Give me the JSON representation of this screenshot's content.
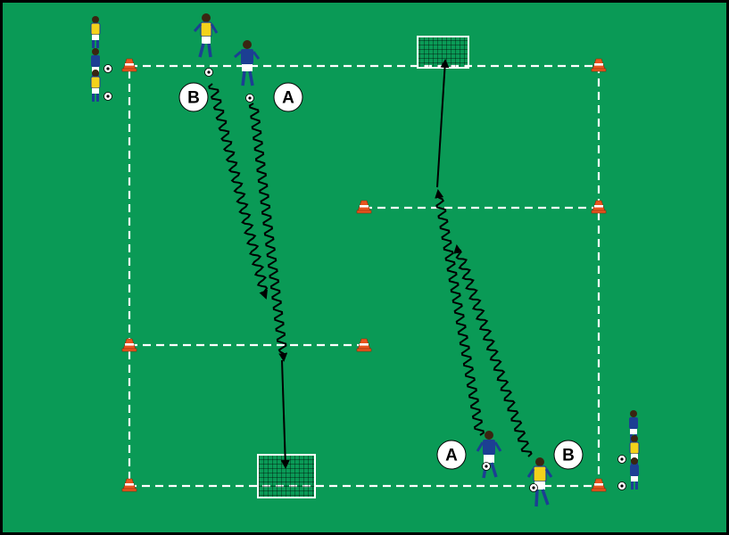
{
  "colors": {
    "pitch": "#0a9a56",
    "border": "#000000",
    "line": "#ffffff",
    "cone": "#e8541e",
    "arrow": "#000000",
    "team_blue": "#1c3f93",
    "team_yellow": "#f3d21b",
    "shorts": "#ffffff",
    "socks": "#1c3f93"
  },
  "labels": {
    "top_left_b": "B",
    "top_left_a": "A",
    "bottom_right_a": "A",
    "bottom_right_b": "B"
  },
  "icons": [
    "cone-icon",
    "goal-icon",
    "player-icon",
    "ball-icon",
    "arrow-icon"
  ]
}
